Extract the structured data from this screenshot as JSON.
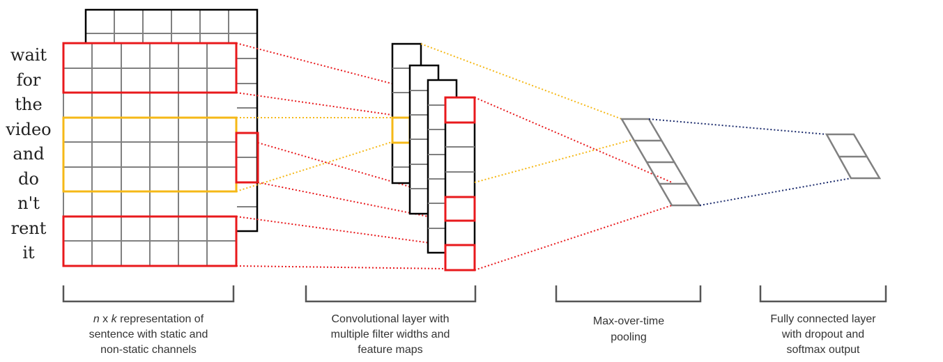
{
  "words": [
    "wait",
    "for",
    "the",
    "video",
    "and",
    "do",
    "n't",
    "rent",
    "it"
  ],
  "captions": {
    "representation": {
      "var_n": "n",
      "mid": " x ",
      "var_k": "k",
      "rest": " representation of",
      "line2": "sentence with static and",
      "line3": "non-static channels"
    },
    "convolution": [
      "Convolutional layer with",
      "multiple filter widths and",
      "feature maps"
    ],
    "pooling": [
      "Max-over-time",
      "pooling"
    ],
    "fully_connected": [
      "Fully connected layer",
      "with dropout and",
      "softmax output"
    ]
  },
  "colors": {
    "grid": "#808080",
    "frame": "#000000",
    "red_filter": "#e8191c",
    "yellow_filter": "#f5b817",
    "dense_link": "#1a2a6c"
  }
}
